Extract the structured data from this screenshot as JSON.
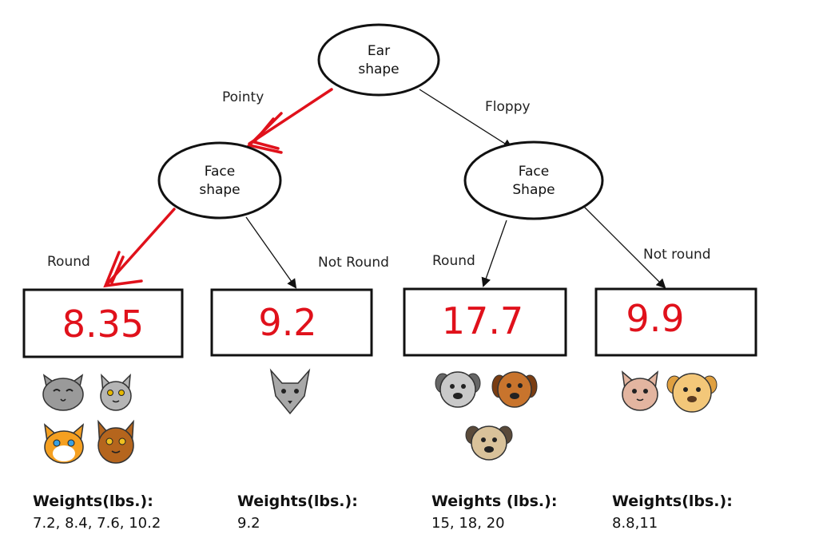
{
  "nodes": {
    "root": {
      "line1": "Ear",
      "line2": "shape"
    },
    "left": {
      "line1": "Face",
      "line2": "shape"
    },
    "right": {
      "line1": "Face",
      "line2": "Shape"
    }
  },
  "edges": {
    "root_left": "Pointy",
    "root_right": "Floppy",
    "left_left": "Round",
    "left_right": "Not Round",
    "right_left": "Round",
    "right_right": "Not round"
  },
  "leaves": [
    {
      "value": "8.35",
      "weights_title": "Weights(lbs.):",
      "weights": "7.2, 8.4, 7.6, 10.2",
      "animals": [
        "gray-cat-icon",
        "gray-cat-icon",
        "orange-cat-icon",
        "brown-cat-icon"
      ]
    },
    {
      "value": "9.2",
      "weights_title": "Weights(lbs.):",
      "weights": "9.2",
      "animals": [
        "gray-cat-icon"
      ]
    },
    {
      "value": "17.7",
      "weights_title": "Weights (lbs.):",
      "weights": "15,  18, 20",
      "animals": [
        "gray-dog-icon",
        "brown-dog-icon",
        "tan-dog-icon"
      ]
    },
    {
      "value": "9.9",
      "weights_title": "Weights(lbs.):",
      "weights": "8.8,11",
      "animals": [
        "pink-cat-icon",
        "tan-dog-icon"
      ]
    }
  ],
  "colors": {
    "highlight_path": "#e0111b",
    "leaf_value": "#e0111b",
    "stroke": "#111111"
  }
}
